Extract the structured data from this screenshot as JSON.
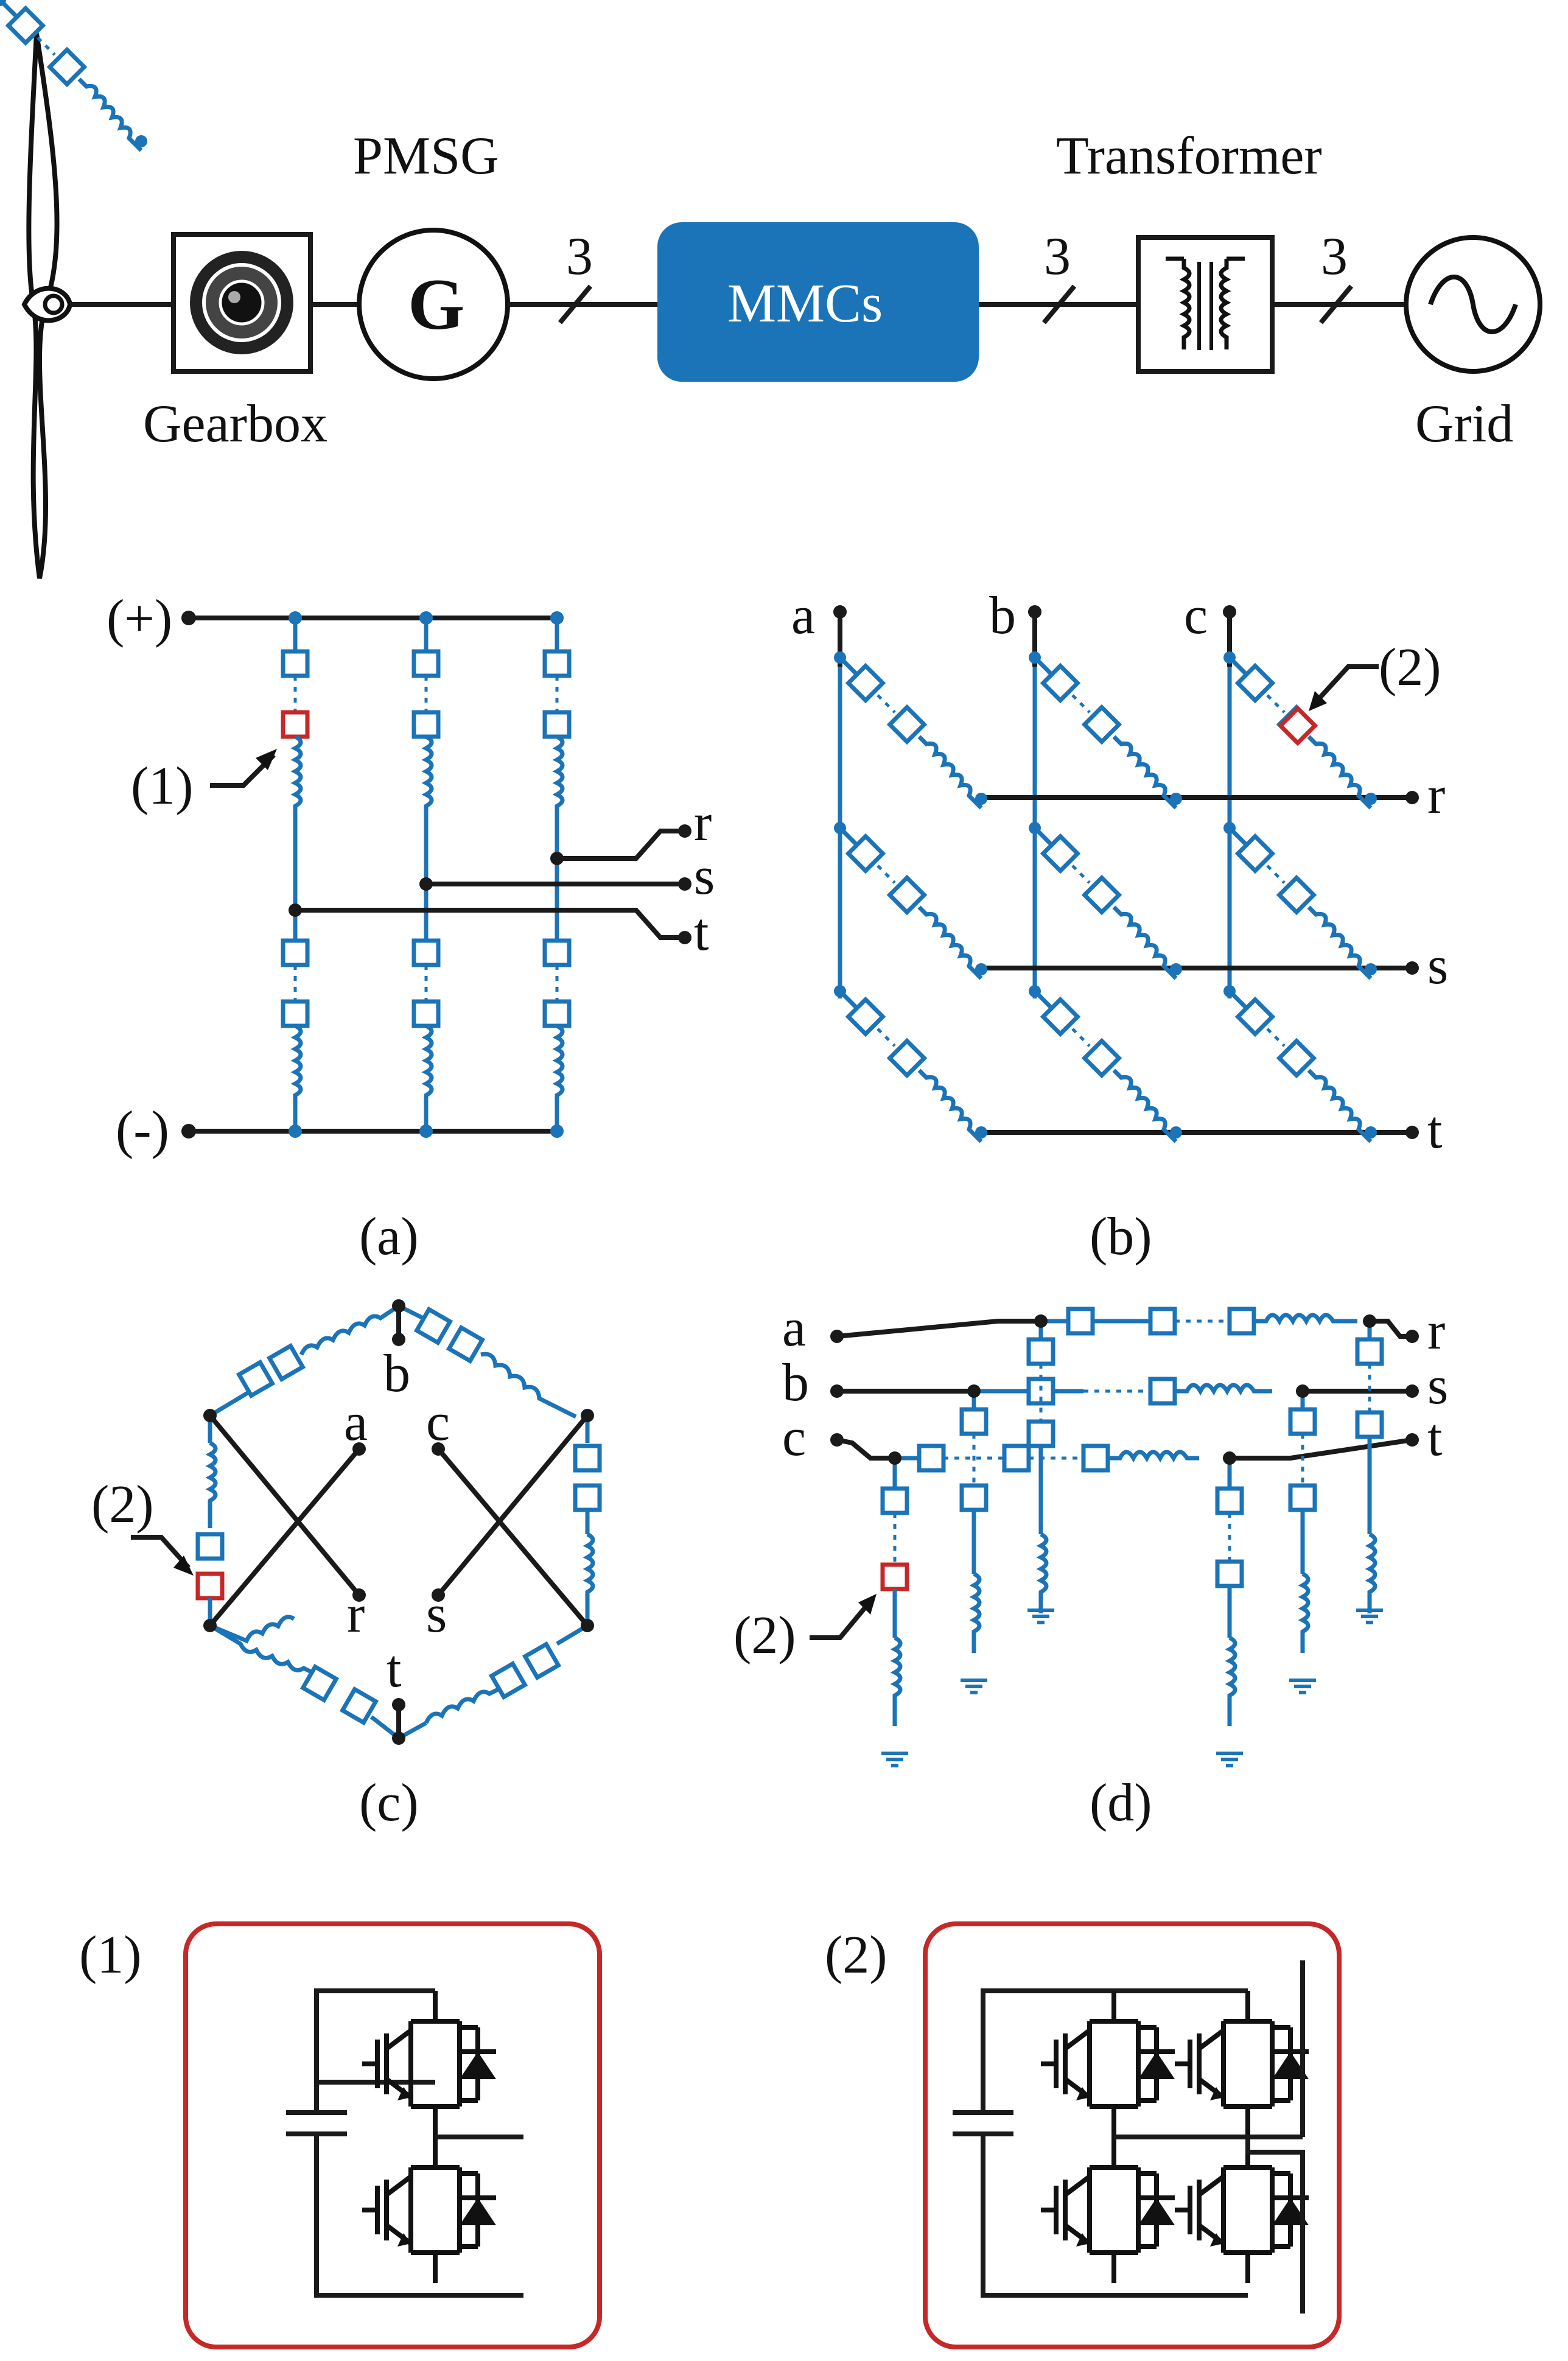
{
  "system": {
    "pmsg_label": "PMSG",
    "transformer_label": "Transformer",
    "gearbox_label": "Gearbox",
    "grid_label": "Grid",
    "generator_symbol": "G",
    "mmc_label": "MMCs",
    "phase_count_1": "3",
    "phase_count_2": "3",
    "phase_count_3": "3",
    "mmc_color": "#1b73b8"
  },
  "panel_a": {
    "caption": "(a)",
    "dc_pos": "(+)",
    "dc_neg": "(-)",
    "out_r": "r",
    "out_s": "s",
    "out_t": "t",
    "callout": "(1)"
  },
  "panel_b": {
    "caption": "(b)",
    "in_a": "a",
    "in_b": "b",
    "in_c": "c",
    "out_r": "r",
    "out_s": "s",
    "out_t": "t",
    "callout": "(2)"
  },
  "panel_c": {
    "caption": "(c)",
    "a": "a",
    "b": "b",
    "c": "c",
    "r": "r",
    "s": "s",
    "t": "t",
    "callout": "(2)"
  },
  "panel_d": {
    "caption": "(d)",
    "a": "a",
    "b": "b",
    "c": "c",
    "r": "r",
    "s": "s",
    "t": "t",
    "callout": "(2)"
  },
  "submodules": {
    "half_bridge_label": "(1)",
    "full_bridge_label": "(2)",
    "frame_color": "#c62828"
  }
}
